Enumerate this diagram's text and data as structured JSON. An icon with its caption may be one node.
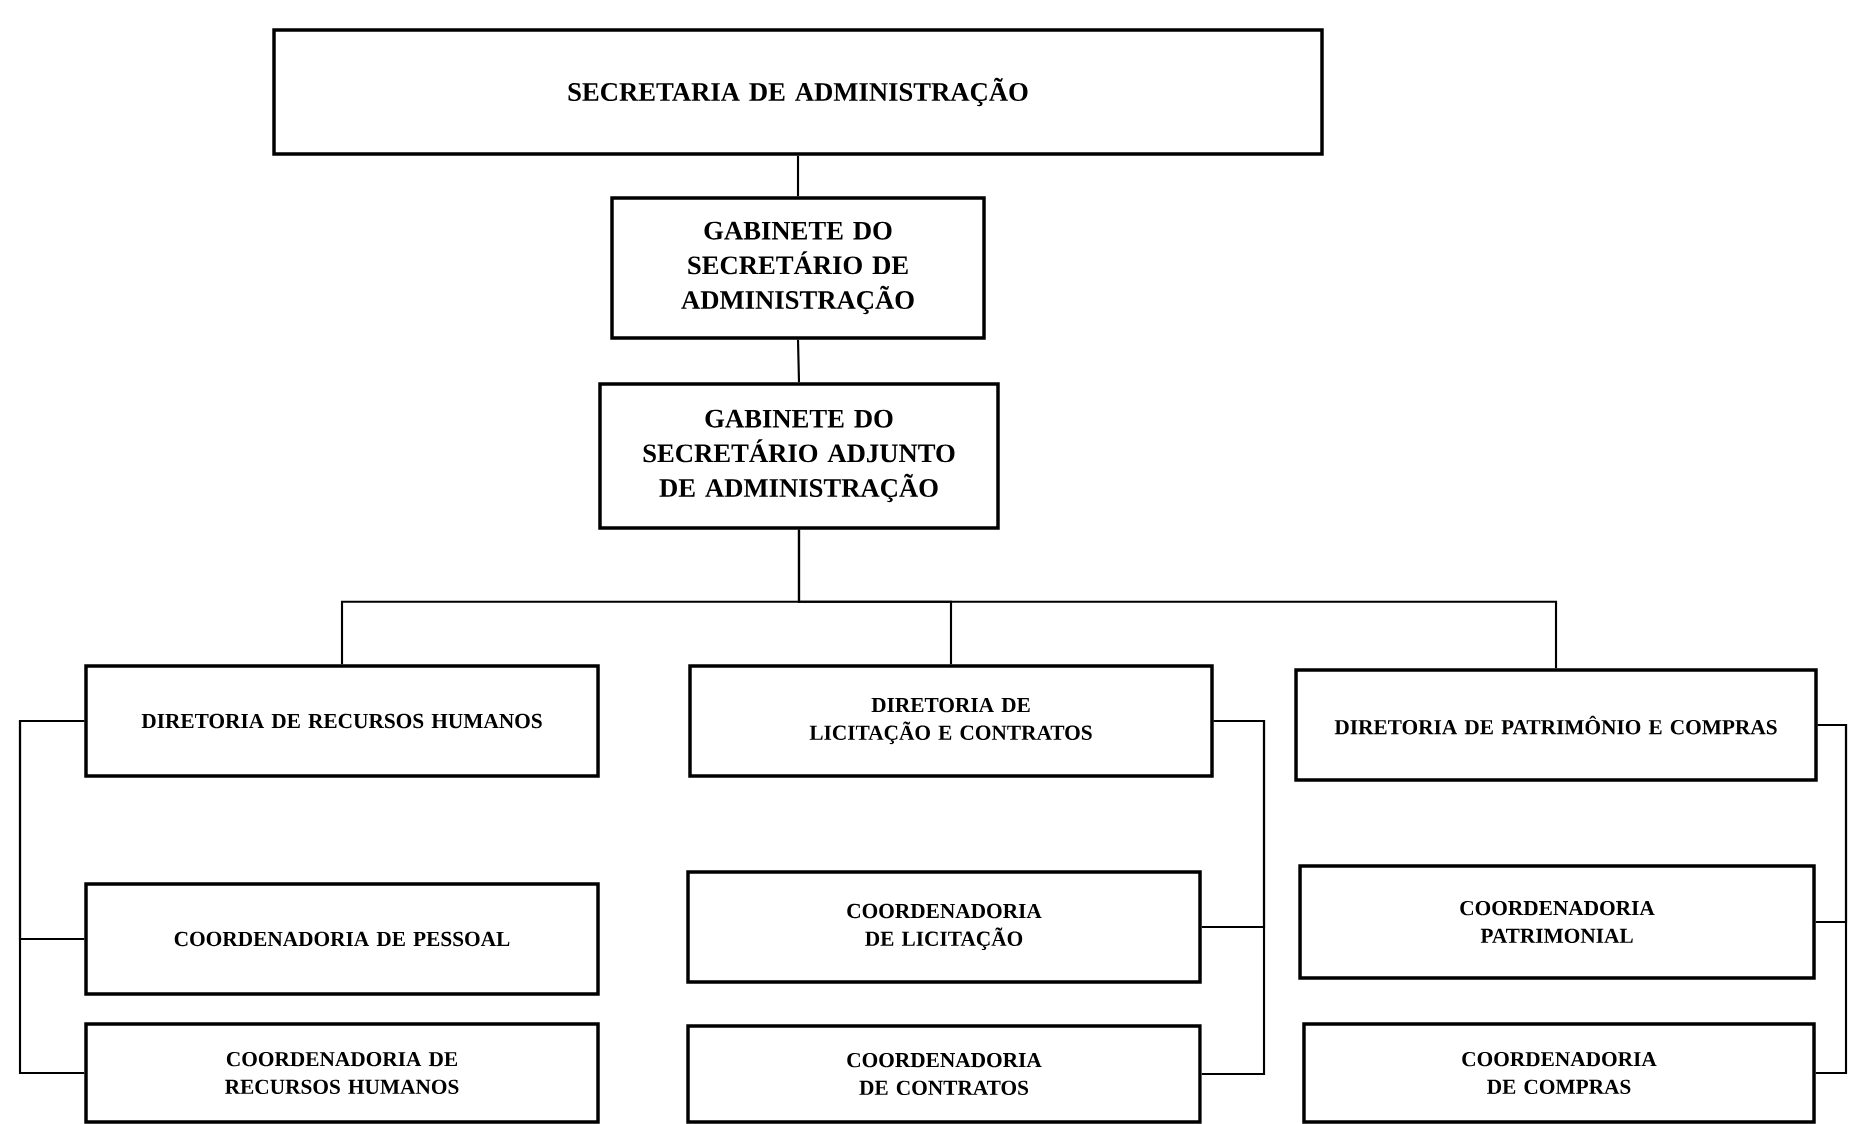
{
  "diagram": {
    "nodes": [
      {
        "text": [
          "SECRETARIA DE ADMINISTRAÇÃO"
        ]
      },
      {
        "text": [
          "GABINETE DO SECRETÁRIO DE ADMINISTRAÇÃO"
        ]
      },
      {
        "text": [
          "GABINETE DO SECRETÁRIO ADJUNTO DE ADMINISTRAÇÃO"
        ]
      },
      {
        "text": [
          "DIRETORIA DE RECURSOS HUMANOS"
        ]
      },
      {
        "text": [
          "DIRETORIA DE LICITAÇÃO E CONTRATOS"
        ]
      },
      {
        "text": [
          "DIRETORIA DE PATRIMÔNIO E COMPRAS"
        ]
      },
      {
        "text": [
          "COORDENADORIA DE PESSOAL"
        ]
      },
      {
        "text": [
          "COORDENADORIA DE RECURSOS HUMANOS"
        ]
      },
      {
        "text": [
          "COORDENADORIA DE LICITAÇÃO"
        ]
      },
      {
        "text": [
          "COORDENADORIA DE CONTRATOS"
        ]
      },
      {
        "text": [
          "COORDENADORIA PATRIMONIAL"
        ]
      },
      {
        "text": [
          "COORDENADORIA DE COMPRAS"
        ]
      }
    ],
    "edges": [
      {
        "from": 0,
        "to": 1,
        "arrow": "none"
      },
      {
        "from": 1,
        "to": 2,
        "arrow": "none"
      },
      {
        "from": 2,
        "to": 3,
        "arrow": "none"
      },
      {
        "from": 2,
        "to": 4,
        "arrow": "none"
      },
      {
        "from": 2,
        "to": 5,
        "arrow": "none"
      },
      {
        "from": 3,
        "to": 6,
        "arrow": "none"
      },
      {
        "from": 3,
        "to": 7,
        "arrow": "none"
      },
      {
        "from": 4,
        "to": 8,
        "arrow": "none"
      },
      {
        "from": 4,
        "to": 9,
        "arrow": "none"
      },
      {
        "from": 5,
        "to": 10,
        "arrow": "none"
      },
      {
        "from": 5,
        "to": 11,
        "arrow": "none"
      }
    ]
  }
}
